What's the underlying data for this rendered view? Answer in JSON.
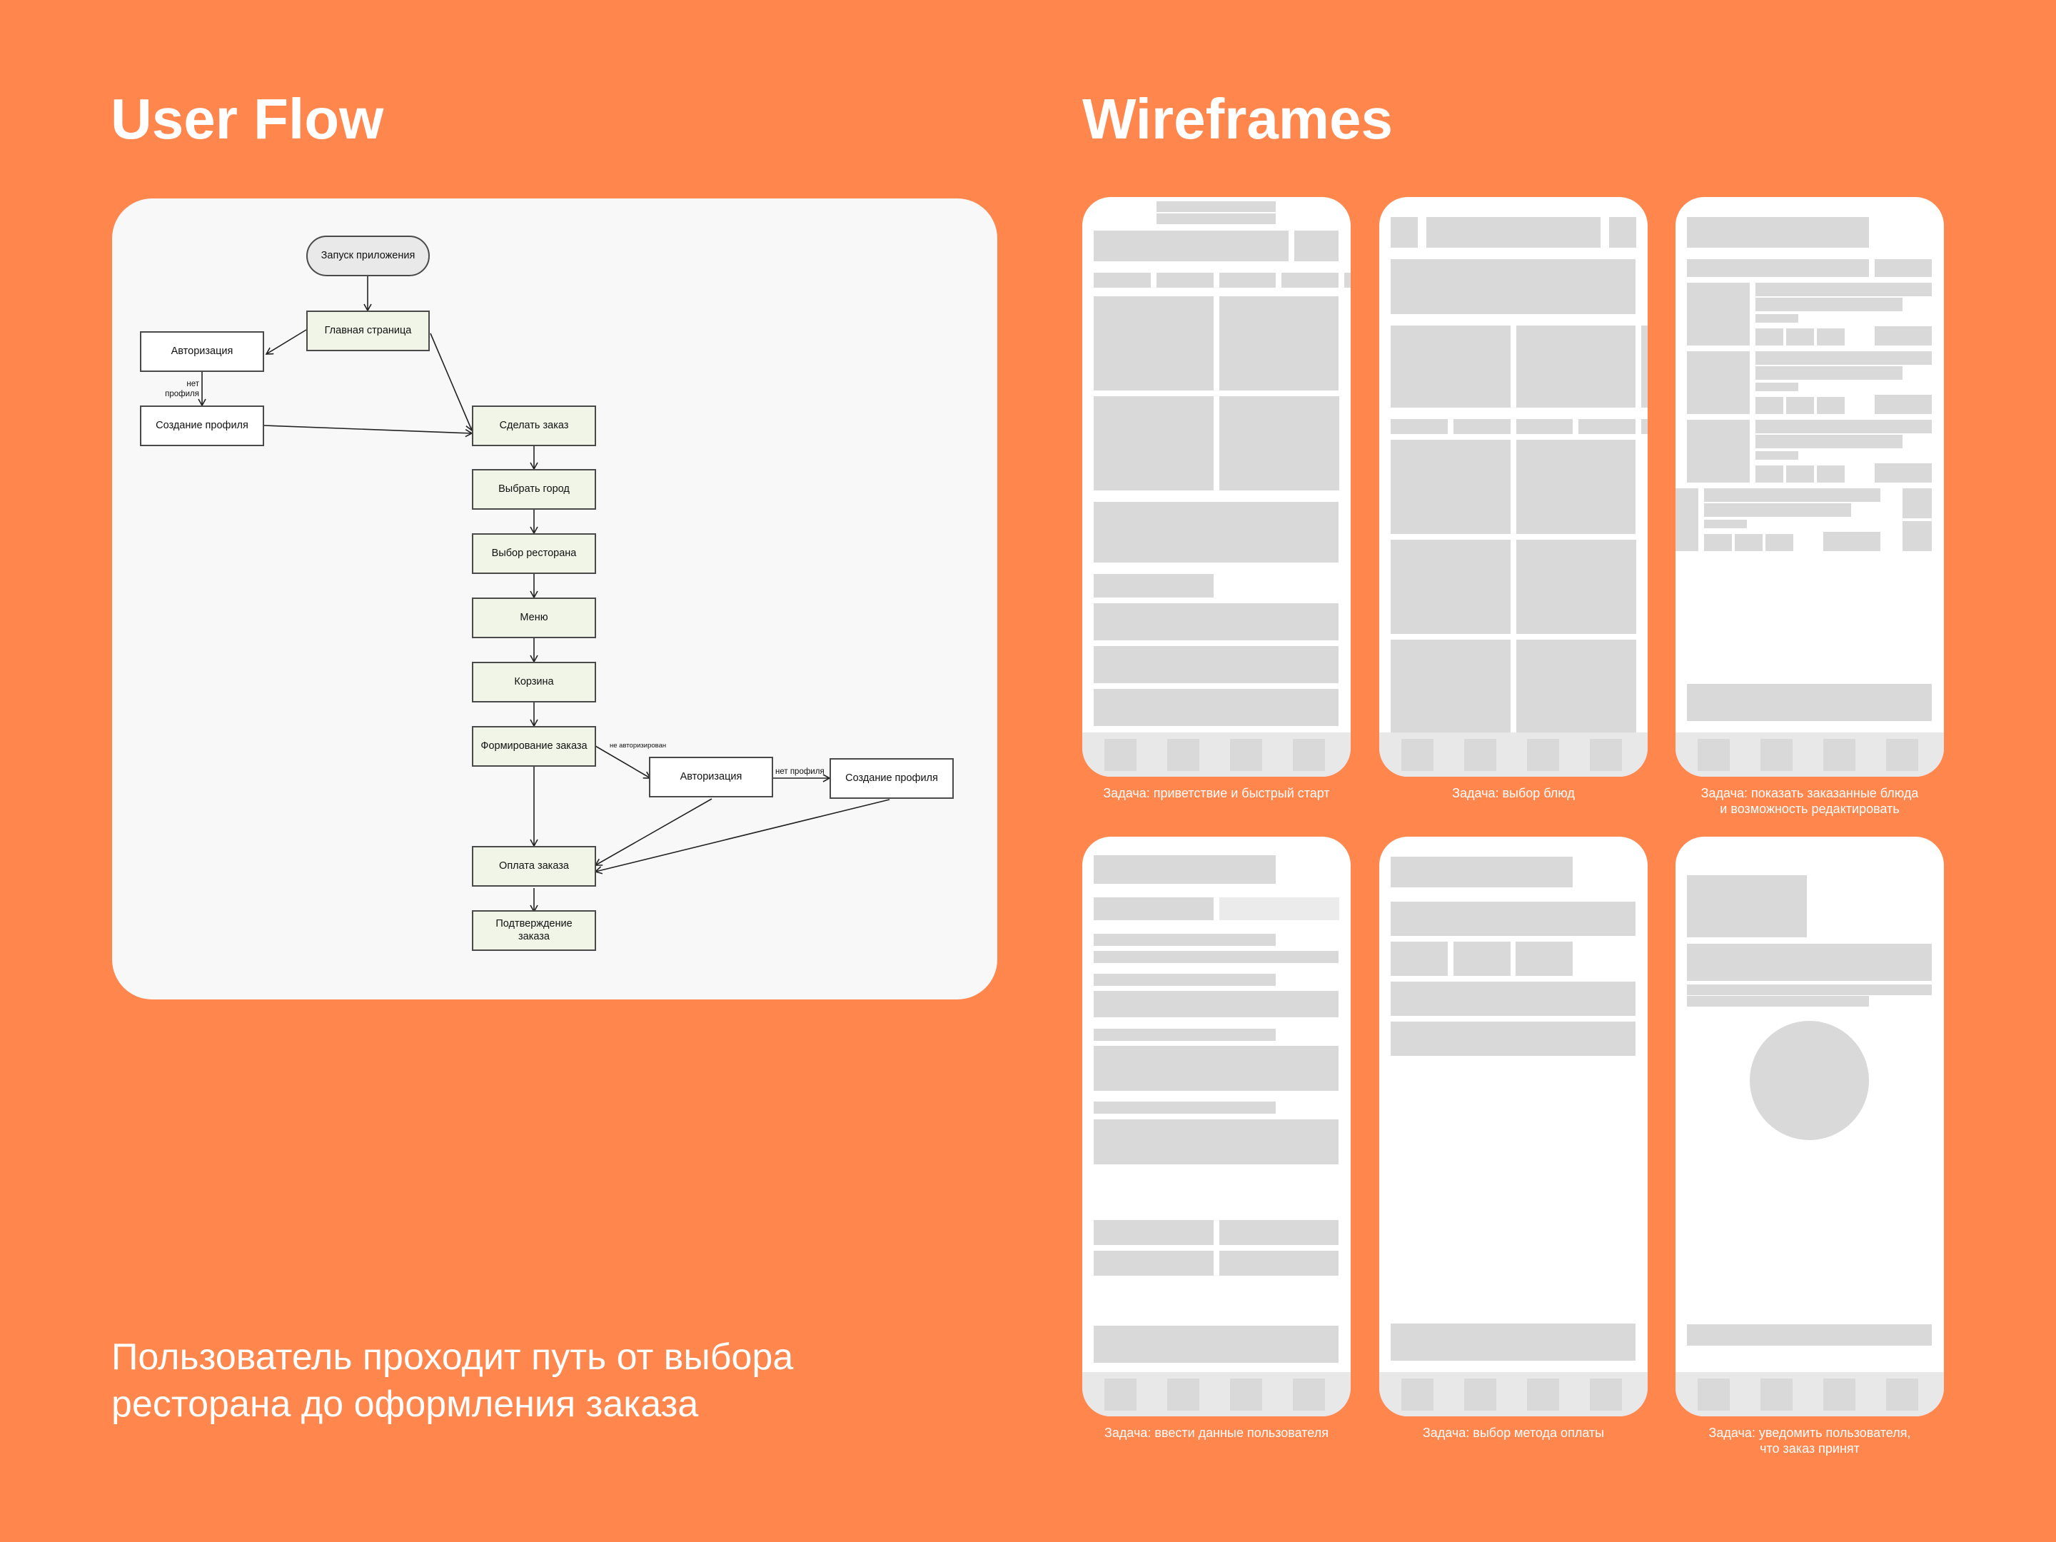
{
  "user_flow": {
    "title": "User Flow",
    "description_line1": "Пользователь проходит путь от выбора",
    "description_line2": "ресторана до оформления заказа",
    "nodes": {
      "start": "Запуск приложения",
      "home": "Главная страница",
      "auth_left": "Авторизация",
      "create_profile_left": "Создание профиля",
      "make_order": "Сделать заказ",
      "choose_city": "Выбрать город",
      "choose_restaurant": "Выбор ресторана",
      "menu": "Меню",
      "cart": "Корзина",
      "form_order": "Формирование заказа",
      "auth_right": "Авторизация",
      "create_profile_right": "Создание профиля",
      "payment": "Оплата заказа",
      "confirm_line1": "Подтверждение",
      "confirm_line2": "заказа"
    },
    "edge_labels": {
      "no_profile_left_line1": "нет",
      "no_profile_left_line2": "профиля",
      "not_authorized": "не авторизирован",
      "no_profile_right": "нет профиля"
    },
    "colors": {
      "background": "#FF864D",
      "card": "#F8F8F8",
      "process_node": "#F1F5E8",
      "start_node": "#E9E9E9",
      "placeholder": "#D9D9D9"
    }
  },
  "wireframes": {
    "title": "Wireframes",
    "screens": [
      {
        "caption": "Задача: приветствие и быстрый старт"
      },
      {
        "caption": "Задача: выбор блюд"
      },
      {
        "caption_line1": "Задача: показать заказанные блюда",
        "caption_line2": "и возможность редактировать"
      },
      {
        "caption": "Задача: ввести данные пользователя"
      },
      {
        "caption": "Задача: выбор метода оплаты"
      },
      {
        "caption_line1": "Задача: уведомить пользователя,",
        "caption_line2": "что заказ принят"
      }
    ]
  }
}
